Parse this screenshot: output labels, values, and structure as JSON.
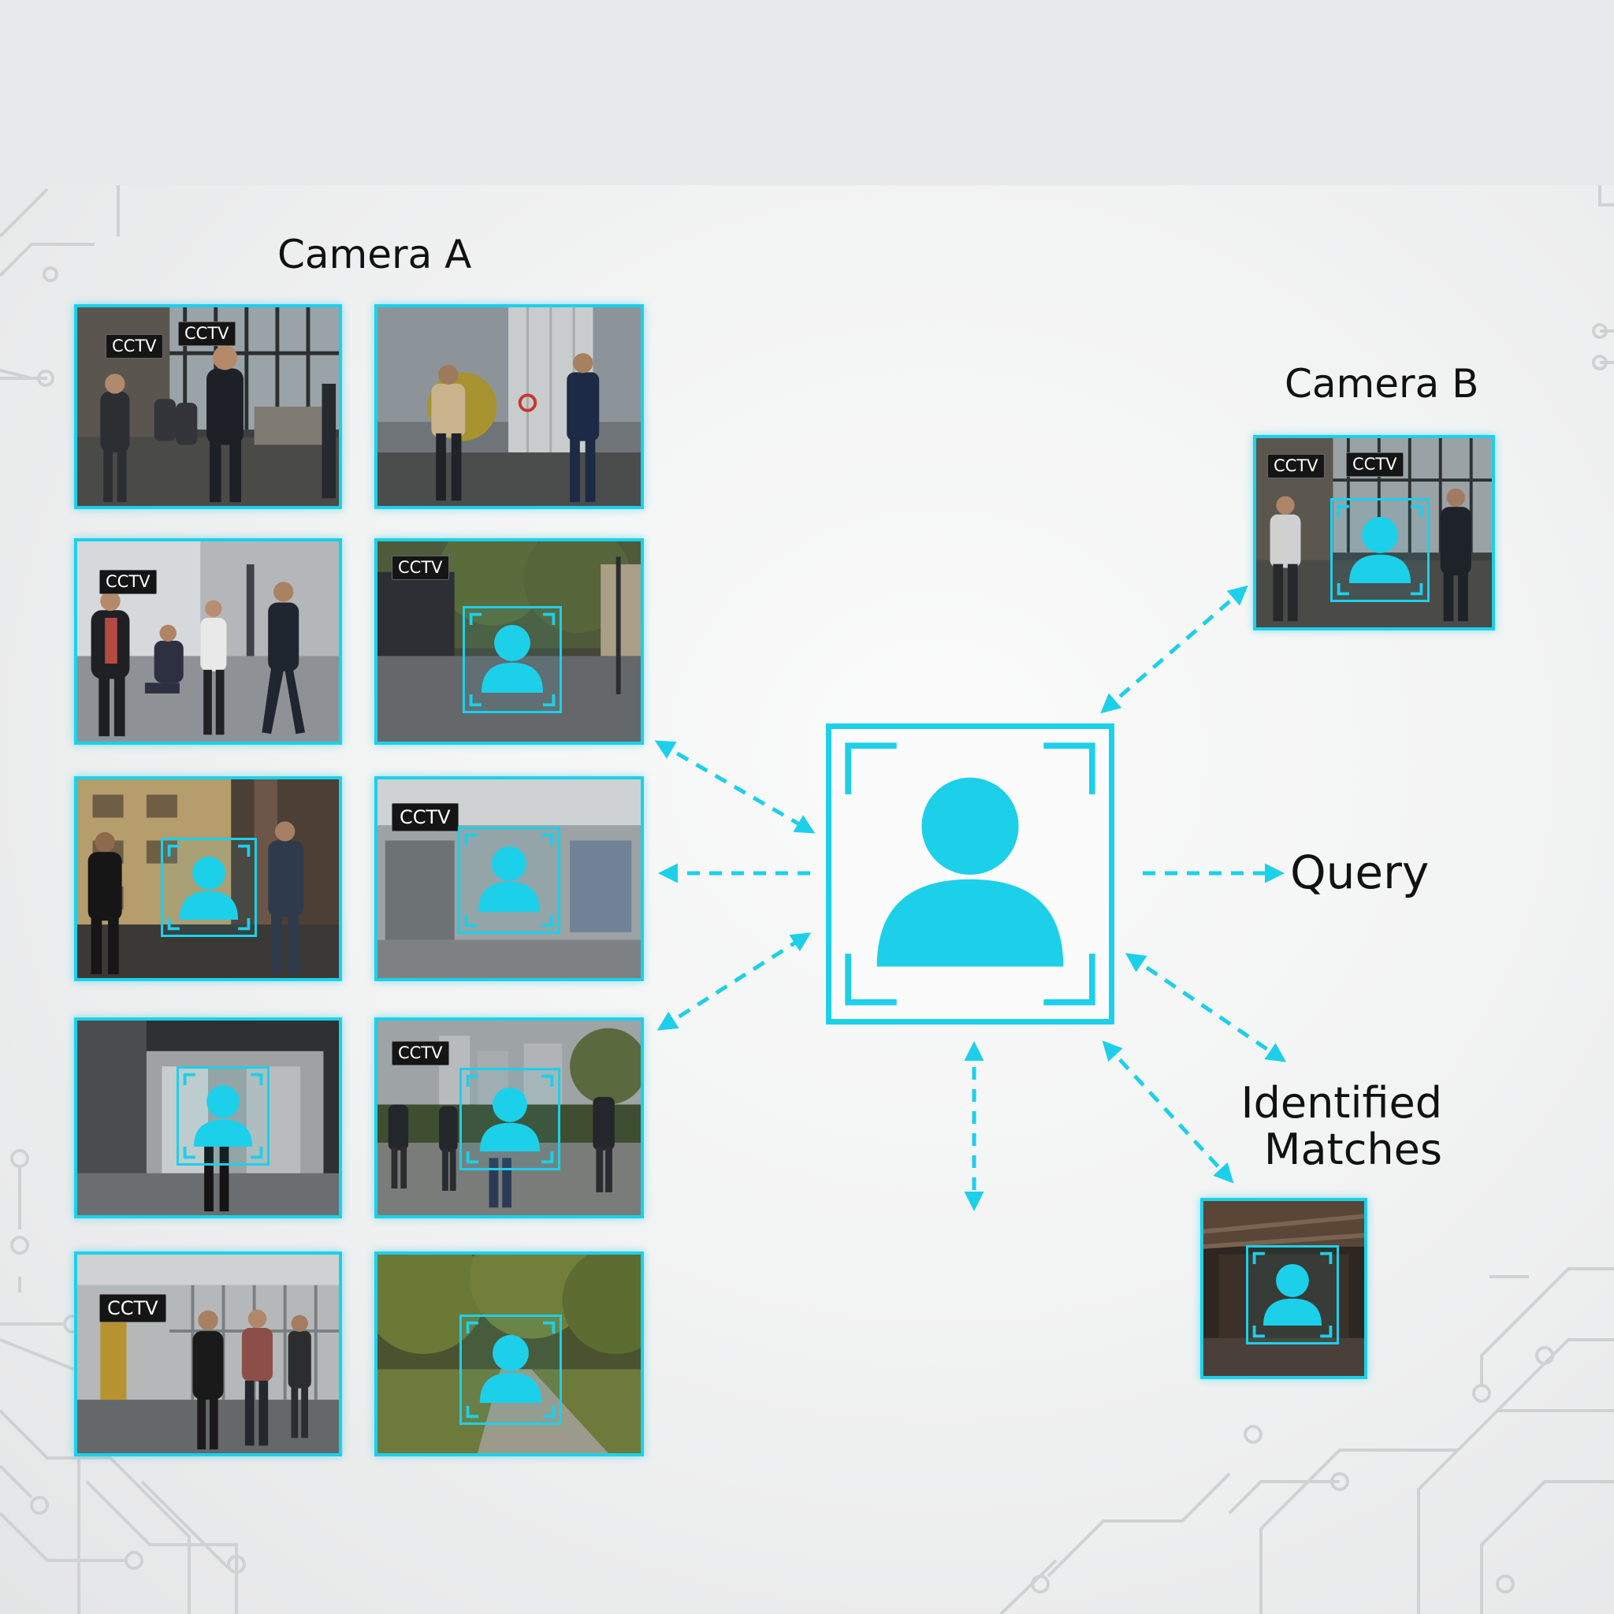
{
  "labels": {
    "camera_a": "Camera A",
    "camera_b": "Camera B",
    "query": "Query",
    "identified_matches_line1": "Identified",
    "identified_matches_line2": "Matches"
  },
  "cctv_tag": "CCTV",
  "colors": {
    "accent": "#1cd0ea",
    "text": "#111111",
    "background": "#f4f4f4",
    "circuit": "#cfd1d3"
  },
  "icons": {
    "query_person": "person-icon",
    "detection": "person-detection-icon"
  }
}
